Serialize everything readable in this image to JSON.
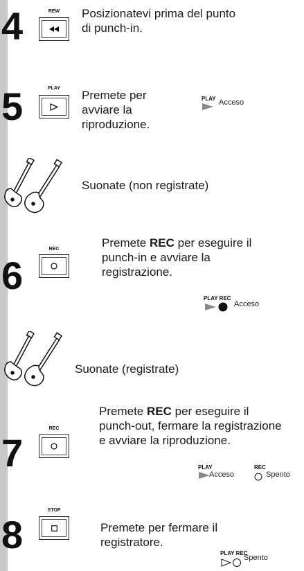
{
  "steps": [
    {
      "number": "4",
      "button_label": "REW",
      "button_icon": "rewind-icon",
      "text": "Posizionatevi prima del punto di punch-in."
    },
    {
      "number": "5",
      "button_label": "PLAY",
      "button_icon": "play-icon",
      "text": "Premete per avviare la riproduzione.",
      "indicator": {
        "labels": "PLAY",
        "status": "Acceso"
      }
    },
    {
      "guitar_text": "Suonate (non registrate)"
    },
    {
      "number": "6",
      "button_label": "REC",
      "button_icon": "record-icon",
      "text_pre": "Premete ",
      "text_bold": "REC",
      "text_post": " per eseguire il punch-in e avviare la registrazione.",
      "indicator": {
        "labels": "PLAY REC",
        "status": "Acceso"
      }
    },
    {
      "guitar_text": "Suonate (registrate)"
    },
    {
      "number": "7",
      "button_label": "REC",
      "button_icon": "record-icon",
      "text_pre": "Premete ",
      "text_bold": "REC",
      "text_post": " per eseguire il punch-out, fermare la registrazione e avviare la riproduzione.",
      "indicator_a": {
        "labels": "PLAY",
        "status": "Acceso"
      },
      "indicator_b": {
        "labels": "REC",
        "status": "Spento"
      }
    },
    {
      "number": "8",
      "button_label": "STOP",
      "button_icon": "stop-icon",
      "text": "Premete per fermare il registratore.",
      "indicator": {
        "labels": "PLAY REC",
        "status": "Spento"
      }
    }
  ],
  "colors": {
    "rail": "#c8c8c8",
    "ink": "#1a1a1a"
  }
}
